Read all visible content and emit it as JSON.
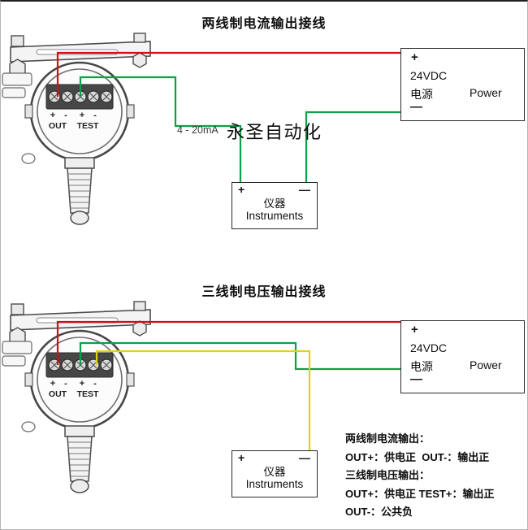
{
  "colors": {
    "wire_red": "#d10f0f",
    "wire_green": "#0aa147",
    "wire_yellow": "#e0d115"
  },
  "top_section": {
    "title": "两线制电流输出接线",
    "signal_label": "4 - 20mA",
    "watermark": "永圣自动化"
  },
  "bottom_section": {
    "title": "三线制电压输出接线",
    "notes": [
      "两线制电流输出：",
      "OUT+：供电正  OUT-：输出正",
      "三线制电压输出：",
      "OUT+：供电正 TEST+：输出正",
      "OUT-：公共负"
    ]
  },
  "power_box": {
    "plus": "+",
    "minus": "—",
    "voltage": "24VDC",
    "label_cn": "电源",
    "label_en": "Power"
  },
  "instrument_box": {
    "plus": "+",
    "minus": "—",
    "label_cn": "仪器",
    "label_en": "Instruments"
  },
  "transmitter_labels": {
    "plus": "+",
    "minus": "-",
    "out": "OUT",
    "test": "TEST"
  }
}
